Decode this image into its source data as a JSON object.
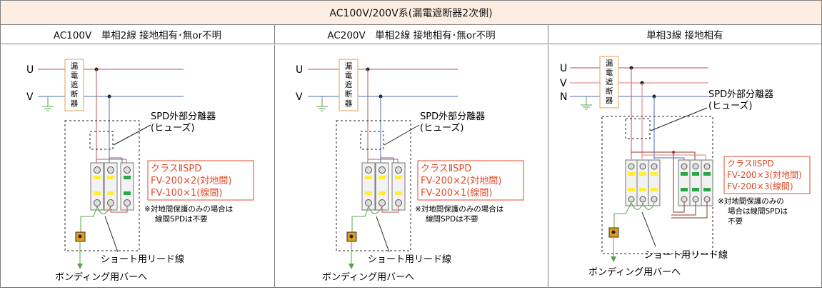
{
  "title": "AC100V/200V系(漏電遮断器2次側)",
  "colors": {
    "header_bg": "#fdeee4",
    "grid": "#7f7f7f",
    "line_u": "#c0504d",
    "line_v": "#4f6eb0",
    "line_n": "#4f6eb0",
    "ground": "#5ba04f",
    "callout_red": "#e04a2a",
    "breaker_border": "#e2a050",
    "terminal": "#e49a1c"
  },
  "panels": [
    {
      "header": "AC100V　単相2線 接地相有･無or不明",
      "lines": [
        "U",
        "V"
      ],
      "breaker_label": [
        "漏",
        "電",
        "遮",
        "断",
        "器"
      ],
      "fuse_label_1": "SPD外部分離器",
      "fuse_label_2": "(ヒューズ)",
      "spd_lines": [
        "クラスⅡSPD",
        "FV-200×2(対地間)",
        "FV-100×1(線間)"
      ],
      "note_lines": [
        "※対地間保護のみの場合は",
        "線間SPDは不要"
      ],
      "lead_label": "ショート用リード線",
      "bond_label": "ボンディング用バーへ"
    },
    {
      "header": "AC200V　単相2線 接地相有･無or不明",
      "lines": [
        "U",
        "V"
      ],
      "breaker_label": [
        "漏",
        "電",
        "遮",
        "断",
        "器"
      ],
      "fuse_label_1": "SPD外部分離器",
      "fuse_label_2": "(ヒューズ)",
      "spd_lines": [
        "クラスⅡSPD",
        "FV-200×2(対地間)",
        "FV-200×1(線間)"
      ],
      "note_lines": [
        "※対地間保護のみの場合は",
        "線間SPDは不要"
      ],
      "lead_label": "ショート用リード線",
      "bond_label": "ボンディング用バーへ"
    },
    {
      "header": "単相3線 接地相有",
      "lines": [
        "U",
        "V",
        "N"
      ],
      "breaker_label": [
        "漏",
        "電",
        "遮",
        "断",
        "器"
      ],
      "fuse_label_1": "SPD外部分離器",
      "fuse_label_2": "(ヒューズ)",
      "spd_lines": [
        "クラスⅡSPD",
        "FV-200×3(対地間)",
        "FV-200×3(線間)"
      ],
      "note_lines": [
        "※対地間保護のみの",
        "場合は線間SPDは",
        "不要"
      ],
      "lead_label": "ショート用リード線",
      "bond_label": "ボンディング用バーへ"
    }
  ]
}
